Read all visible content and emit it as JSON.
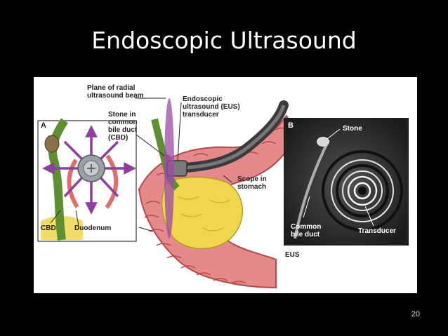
{
  "slide": {
    "title": "Endoscopic Ultrasound",
    "page_number": "20"
  },
  "figure": {
    "panel_a": {
      "letter": "A",
      "labels": {
        "cbd": "CBD",
        "duodenum": "Duodenum"
      }
    },
    "main": {
      "plane_label": "Plane of radial ultrasound beam",
      "stone_label": "Stone in common bile duct (CBD)",
      "transducer_label": "Endoscopic ultrasound (EUS) transducer",
      "scope_label": "Scope in stomach"
    },
    "panel_b": {
      "letter": "B",
      "stone": "Stone",
      "common_bile_duct": "Common bile duct",
      "transducer": "Transducer",
      "caption": "EUS"
    }
  },
  "colors": {
    "background": "#000000",
    "beam": "#9b4aa8",
    "bile_duct": "#6a9a3a",
    "tissue": "#e07a7a"
  }
}
